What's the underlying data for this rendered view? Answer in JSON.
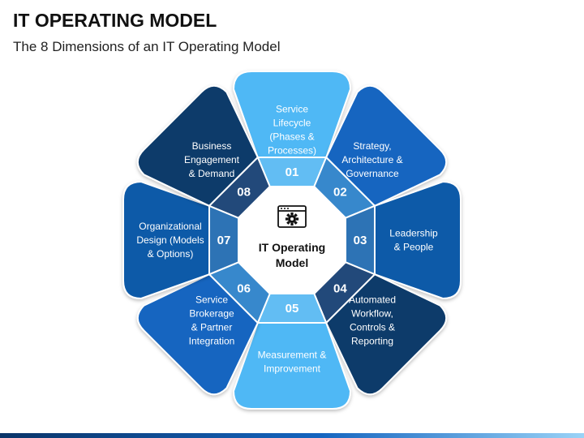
{
  "title": "IT OPERATING MODEL",
  "subtitle": "The 8 Dimensions of an IT Operating Model",
  "center": {
    "label_lines": [
      "IT Operating",
      "Model"
    ],
    "icon": "browser-gear-icon"
  },
  "dimensions": [
    {
      "number": "01",
      "label_lines": [
        "Service",
        "Lifecycle",
        "(Phases &",
        "Processes)"
      ],
      "color": "#50b8f5",
      "inner_color": "#62bdf3"
    },
    {
      "number": "02",
      "label_lines": [
        "Strategy,",
        "Architecture &",
        "Governance"
      ],
      "color": "#1565c0",
      "inner_color": "#3788cc"
    },
    {
      "number": "03",
      "label_lines": [
        "Leadership",
        "& People"
      ],
      "color": "#0f5aa8",
      "inner_color": "#2d73b5"
    },
    {
      "number": "04",
      "label_lines": [
        "Automated",
        "Workflow,",
        "Controls &",
        "Reporting"
      ],
      "color": "#0e3b6b",
      "inner_color": "#22497a"
    },
    {
      "number": "05",
      "label_lines": [
        "Measurement &",
        "Improvement"
      ],
      "color": "#50b8f5",
      "inner_color": "#62bdf3"
    },
    {
      "number": "06",
      "label_lines": [
        "Service",
        "Brokerage",
        "& Partner",
        "Integration"
      ],
      "color": "#1565c0",
      "inner_color": "#3788cc"
    },
    {
      "number": "07",
      "label_lines": [
        "Organizational",
        "Design (Models",
        "& Options)"
      ],
      "color": "#0f5aa8",
      "inner_color": "#2d73b5"
    },
    {
      "number": "08",
      "label_lines": [
        "Business",
        "Engagement",
        "& Demand"
      ],
      "color": "#0e3b6b",
      "inner_color": "#22497a"
    }
  ]
}
